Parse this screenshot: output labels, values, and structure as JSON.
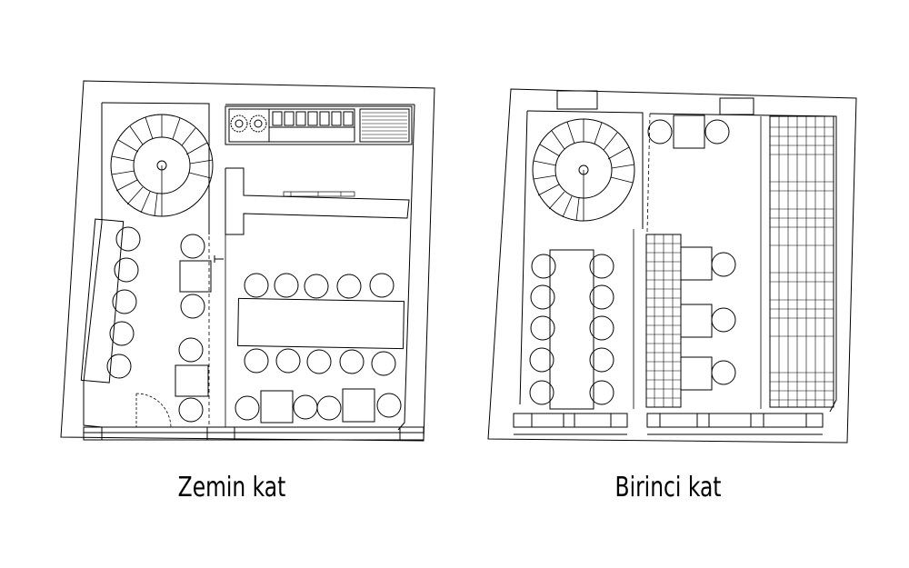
{
  "floors": [
    {
      "id": "ground",
      "caption": "Zemin kat"
    },
    {
      "id": "first",
      "caption": "Birinci kat"
    }
  ],
  "colors": {
    "line": "#000000",
    "background": "#ffffff"
  }
}
